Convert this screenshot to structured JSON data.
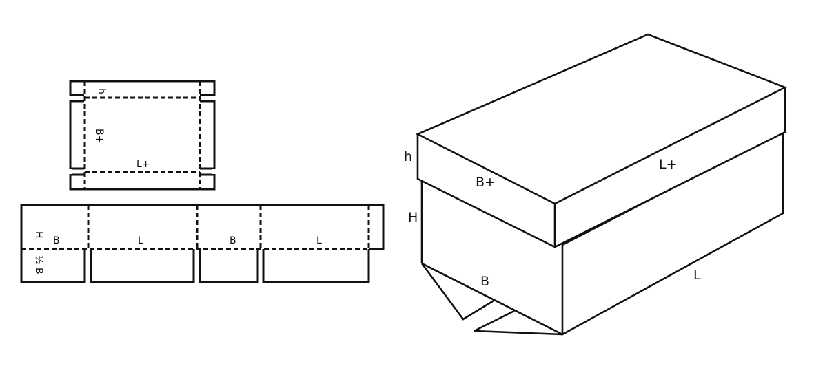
{
  "lid_net": {
    "height_label": "h",
    "breadth_label": "B+",
    "length_label": "L+"
  },
  "base_net": {
    "height_label": "H",
    "panel_labels": [
      "B",
      "L",
      "B",
      "L"
    ],
    "flap_label": "½ B"
  },
  "box_3d": {
    "lid_height_label": "h",
    "lid_breadth_label": "B+",
    "lid_length_label": "L+",
    "base_height_label": "H",
    "base_breadth_label": "B",
    "base_length_label": "L"
  }
}
